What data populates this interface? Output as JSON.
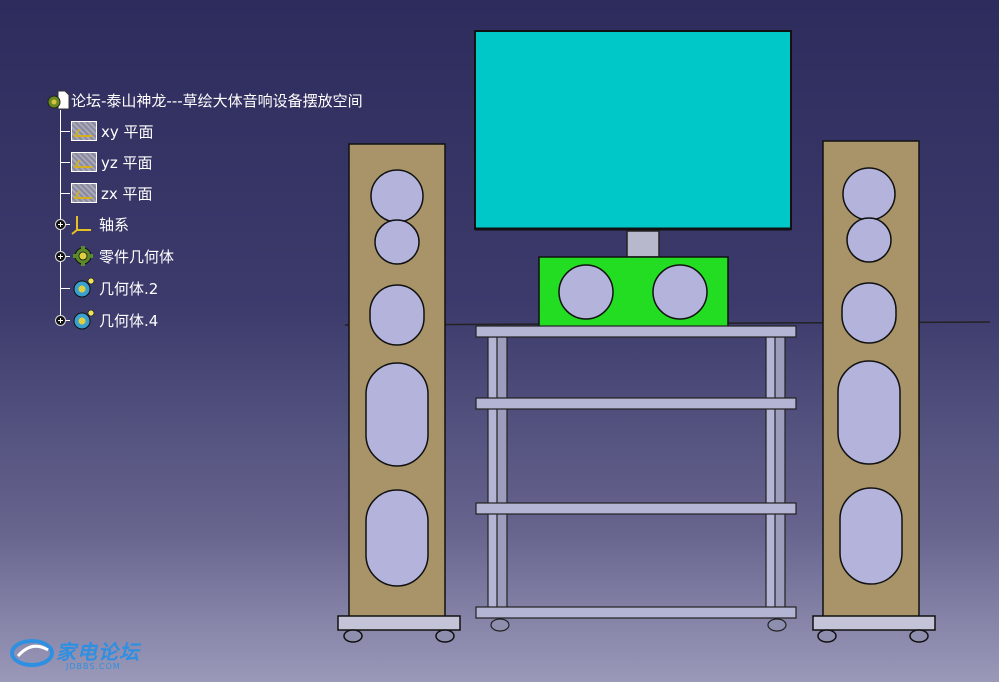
{
  "tree": {
    "root": {
      "label": "论坛-泰山神龙---草绘大体音响设备摆放空间",
      "icon": "part-document-icon"
    },
    "items": [
      {
        "label": "xy 平面",
        "icon": "plane-icon"
      },
      {
        "label": "yz 平面",
        "icon": "plane-icon"
      },
      {
        "label": "zx 平面",
        "icon": "plane-icon"
      },
      {
        "label": "轴系",
        "icon": "axis-system-icon",
        "expandable": true
      },
      {
        "label": "零件几何体",
        "icon": "part-body-icon",
        "expandable": true
      },
      {
        "label": "几何体.2",
        "icon": "geometric-body-icon",
        "expandable": false
      },
      {
        "label": "几何体.4",
        "icon": "geometric-body-icon",
        "expandable": true
      }
    ]
  },
  "scene": {
    "colors": {
      "tv_screen": "#00c8c8",
      "center_speaker": "#22dd22",
      "speaker_cabinet": "#a89468",
      "driver": "#b3b3dc",
      "rack": "#b4b4d4",
      "background_top": "#2e2c5d",
      "background_bottom": "#9b99b9"
    }
  },
  "watermark": {
    "title": "家电论坛",
    "subtitle": "JDBBS.COM"
  }
}
